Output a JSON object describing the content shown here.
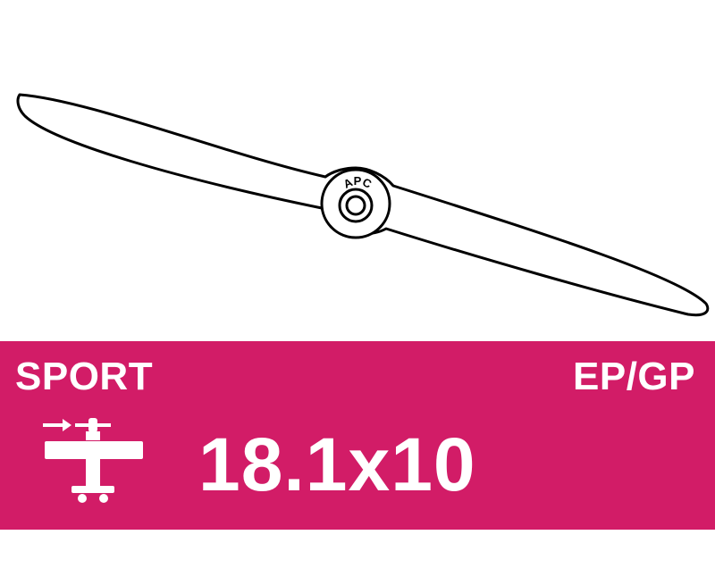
{
  "brand": {
    "logo_text": "APC",
    "accent_color": "#d21c67",
    "text_color": "#ffffff",
    "outline_color": "#000000"
  },
  "product": {
    "category": "SPORT",
    "type": "EP/GP",
    "size": "18.1x10"
  },
  "icons": {
    "propeller": "propeller-outline",
    "plane": "airplane-icon"
  }
}
